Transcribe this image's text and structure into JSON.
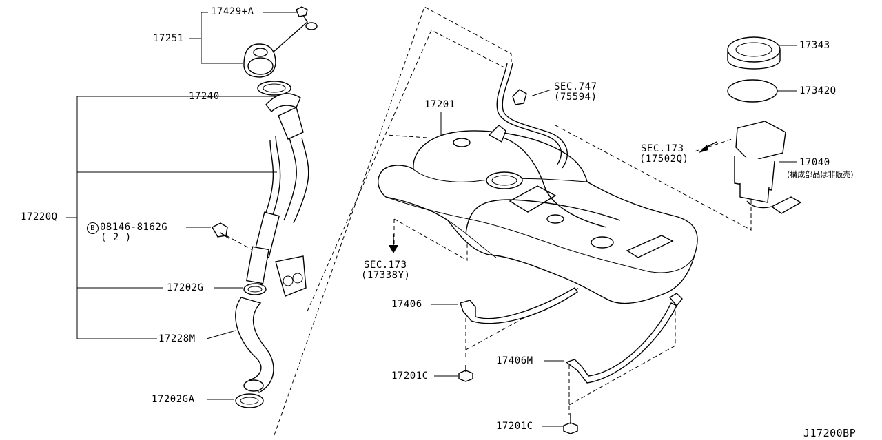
{
  "diagram_code": "J17200BP",
  "labels": {
    "l17429a": "17429+A",
    "l17251": "17251",
    "l17240": "17240",
    "l17220q": "17220Q",
    "bolt_circle": "B",
    "l08146": "08146-8162G",
    "l08146_qty": "( 2 )",
    "l17202g": "17202G",
    "l17228m": "17228M",
    "l17202ga": "17202GA",
    "l17201": "17201",
    "sec747": "SEC.747",
    "sec747_ref": "(75594)",
    "sec173_a": "SEC.173",
    "sec173_a_ref": "(17502Q)",
    "sec173_b": "SEC.173",
    "sec173_b_ref": "(17338Y)",
    "l17343": "17343",
    "l17342q": "17342Q",
    "l17040": "17040",
    "l17040_note": "(構成部品は非販売)",
    "l17406": "17406",
    "l17406m": "17406M",
    "l17201c_a": "17201C",
    "l17201c_b": "17201C"
  }
}
